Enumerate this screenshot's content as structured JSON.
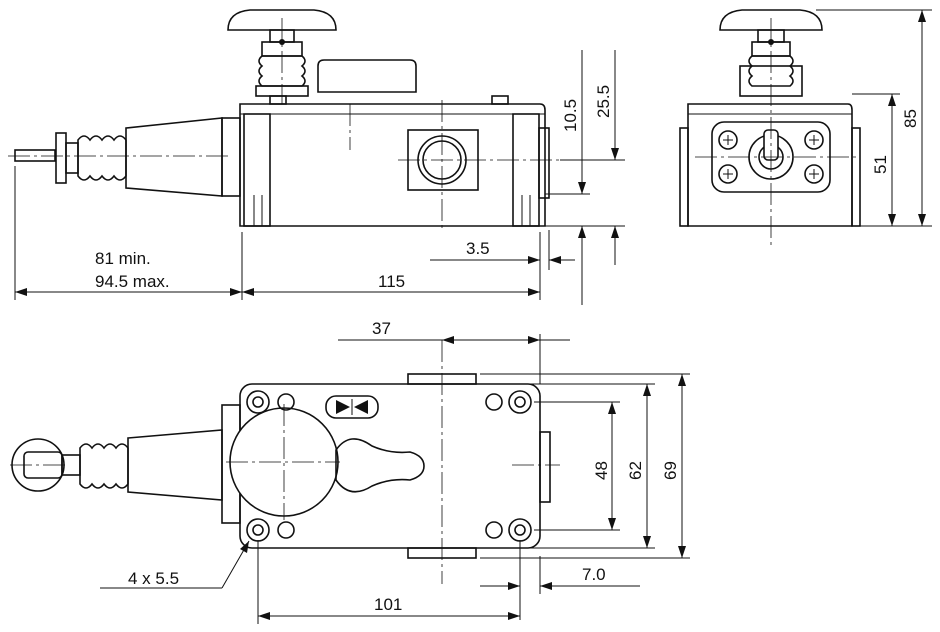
{
  "dimensions": {
    "pull_length_min": "81 min.",
    "pull_length_max": "94.5 max.",
    "body_length": "115",
    "side_offset": "3.5",
    "pin_height": "10.5",
    "axis_height": "25.5",
    "mount_width": "51",
    "total_height": "85",
    "center_offset": "37",
    "hole_spacing_v": "48",
    "body_width": "62",
    "total_width": "69",
    "hole_spec": "4 x 5.5",
    "edge_offset": "7.0",
    "hole_spacing_h": "101"
  }
}
